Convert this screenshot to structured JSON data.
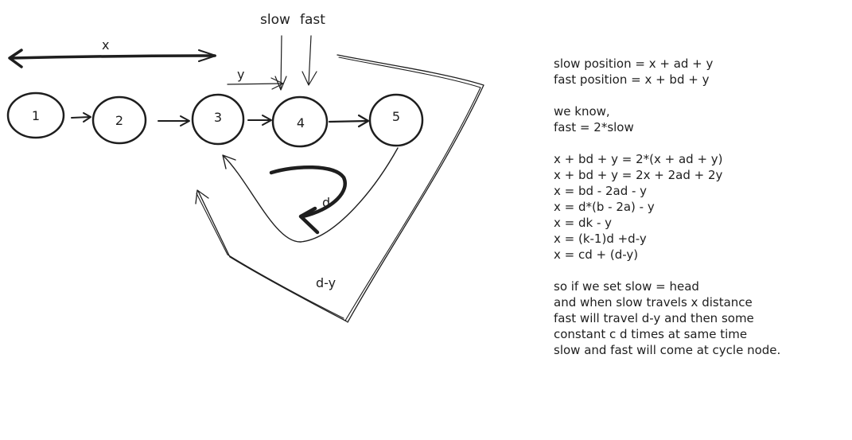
{
  "diagram": {
    "nodes": [
      "1",
      "2",
      "3",
      "4",
      "5"
    ],
    "labels": {
      "slow": "slow",
      "fast": "fast",
      "x": "x",
      "y": "y",
      "d": "d",
      "d_minus_y": "d-y"
    }
  },
  "notes": {
    "group1": [
      "slow position = x + ad + y",
      "fast position = x + bd + y"
    ],
    "group2": [
      "we know,",
      "fast = 2*slow"
    ],
    "group3": [
      "x + bd + y = 2*(x + ad + y)",
      "x + bd + y = 2x + 2ad + 2y",
      "x = bd - 2ad - y",
      "x = d*(b - 2a) - y",
      "x = dk - y",
      "x = (k-1)d +d-y",
      "x = cd + (d-y)"
    ],
    "group4": [
      "so if we set slow = head",
      "and when slow travels x distance",
      "fast will travel d-y and then some",
      "constant c d times at same time",
      "slow and fast will come at cycle node."
    ]
  }
}
